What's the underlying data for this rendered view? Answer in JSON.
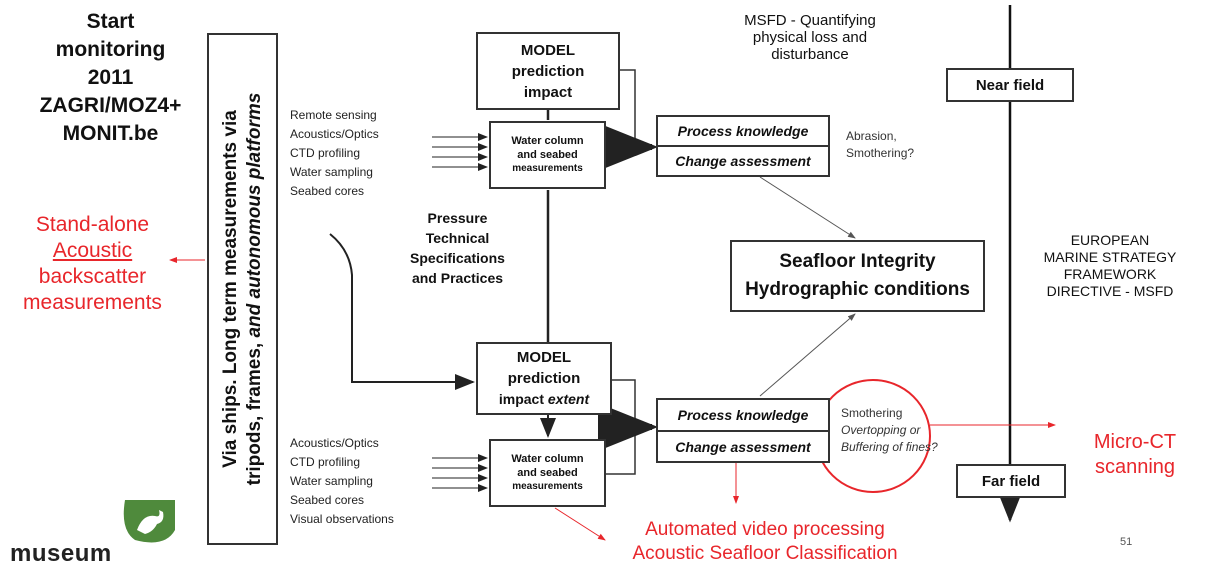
{
  "start_monitoring": [
    "Start",
    "monitoring",
    "2011",
    "ZAGRI/MOZ4+",
    "MONIT.be"
  ],
  "vertical_box": {
    "line1": "Via ships. Long term measurements via",
    "line2_plain": "tripods, frames, ",
    "line2_italic": "and autonomous platforms"
  },
  "standalone": [
    "Stand-alone",
    "Acoustic",
    "backscatter",
    "measurements"
  ],
  "model_top": [
    "MODEL",
    "prediction",
    "impact"
  ],
  "model_bottom": {
    "l1": "MODEL",
    "l2": "prediction",
    "l3_plain": "impact ",
    "l3_italic": "extent"
  },
  "water_column": [
    "Water column",
    "and seabed",
    "measurements"
  ],
  "inputs_top": [
    "Remote sensing",
    "Acoustics/Optics",
    "CTD profiling",
    "Water sampling",
    "Seabed cores"
  ],
  "inputs_bottom": [
    "Acoustics/Optics",
    "CTD profiling",
    "Water sampling",
    "Seabed cores",
    "Visual observations"
  ],
  "pressure": [
    "Pressure",
    "Technical",
    "Specifications",
    "and Practices"
  ],
  "process_knowledge": "Process knowledge",
  "change_assessment": "Change assessment",
  "note_top": [
    "Abrasion,",
    "Smothering?"
  ],
  "note_bottom": {
    "l1": "Smothering",
    "l2": "Overtopping or",
    "l3": "Buffering of fines?"
  },
  "msfd_quantifying": [
    "MSFD - Quantifying",
    "physical loss and",
    "disturbance"
  ],
  "seafloor": [
    "Seafloor Integrity",
    "Hydrographic conditions"
  ],
  "european": [
    "EUROPEAN",
    "MARINE STRATEGY",
    "FRAMEWORK",
    "DIRECTIVE - MSFD"
  ],
  "near_field": "Near field",
  "far_field": "Far field",
  "micro_ct": [
    "Micro-CT",
    "scanning"
  ],
  "automated": [
    "Automated video processing",
    "Acoustic Seafloor Classification"
  ],
  "page_number": "51",
  "logo_text": "museum",
  "colors": {
    "accent_red": "#e8262b",
    "line": "#222222",
    "logo_green": "#4f8a3c"
  }
}
